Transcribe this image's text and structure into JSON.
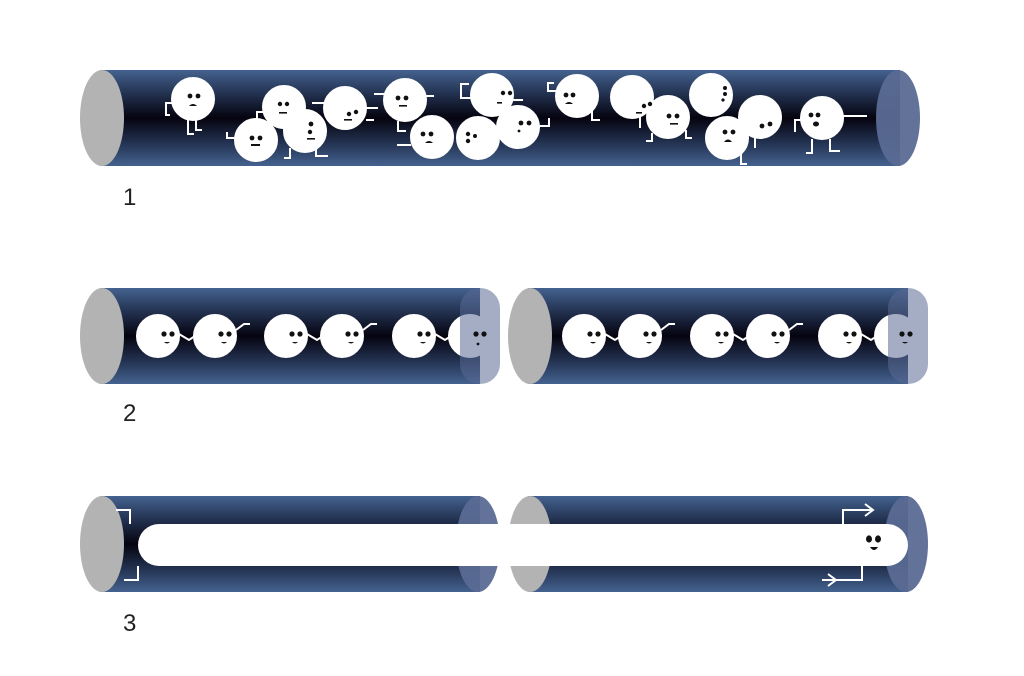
{
  "panels": [
    {
      "id": 1,
      "label": "1",
      "description": "Disordered tumbling individuals inside a single long tube"
    },
    {
      "id": 2,
      "label": "2",
      "description": "Paired individuals aligned in rows across two tube segments"
    },
    {
      "id": 3,
      "label": "3",
      "description": "A single elongated continuous body spanning two tube segments"
    }
  ],
  "colors": {
    "tube_dark": "#05030f",
    "tube_edge": "#44628f",
    "cap_left": "#b3b3b3",
    "cap_right": "#5a6a94",
    "figure": "#ffffff",
    "face": "#111111"
  }
}
